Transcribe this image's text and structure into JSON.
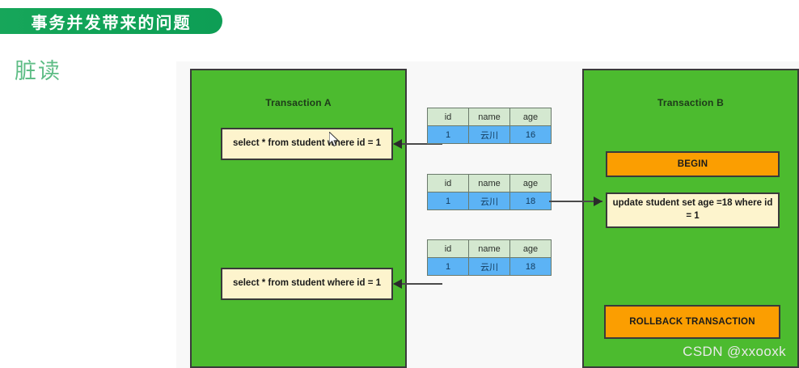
{
  "banner": {
    "title": "事务并发带来的问题"
  },
  "section": {
    "title": "脏读"
  },
  "colors": {
    "banner_green": "#10a357",
    "panel_green": "#4cbb2f",
    "sql_box": "#fdf4cd",
    "orange_box": "#fb9e01",
    "table_header": "#d4e8d0",
    "table_row": "#5cb3f5",
    "section_title": "#5fbd86"
  },
  "transaction_a": {
    "title": "Transaction A",
    "statements": [
      {
        "label": "select * from student where id = 1"
      },
      {
        "label": "select * from student where id = 1"
      }
    ]
  },
  "transaction_b": {
    "title": "Transaction B",
    "begin_label": "BEGIN",
    "update_label": "update student set age =18 where id = 1",
    "rollback_label": "ROLLBACK TRANSACTION"
  },
  "tables": {
    "headers": [
      "id",
      "name",
      "age"
    ],
    "snapshots": [
      {
        "id": "1",
        "name": "云川",
        "age": "16"
      },
      {
        "id": "1",
        "name": "云川",
        "age": "18"
      },
      {
        "id": "1",
        "name": "云川",
        "age": "18"
      }
    ]
  },
  "watermark": {
    "text": "CSDN @xxooxk"
  }
}
